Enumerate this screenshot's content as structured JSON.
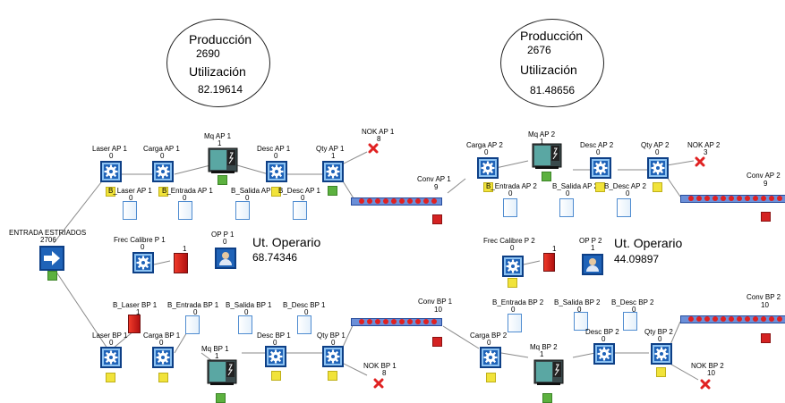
{
  "panel_1": {
    "produccion_label": "Producción",
    "produccion_value": "2690",
    "utilizacion_label": "Utilización",
    "utilizacion_value": "82.19614",
    "ut_operario_label": "Ut. Operario",
    "ut_operario_value": "68.74346"
  },
  "panel_2": {
    "produccion_label": "Producción",
    "produccion_value": "2676",
    "utilizacion_label": "Utilización",
    "utilizacion_value": "81.48656",
    "ut_operario_label": "Ut. Operario",
    "ut_operario_value": "44.09897"
  },
  "entrada": {
    "label": "ENTRADA ESTRIADOS",
    "count": "2706"
  },
  "line_ap1": {
    "laser": {
      "label": "Laser AP 1",
      "count": "0"
    },
    "carga": {
      "label": "Carga AP 1",
      "count": "0"
    },
    "mq": {
      "label": "Mq AP 1",
      "count": "1"
    },
    "desc": {
      "label": "Desc AP 1",
      "count": "0"
    },
    "qty": {
      "label": "Qty AP 1",
      "count": "1"
    },
    "nok": {
      "label": "NOK AP 1",
      "count": "8"
    },
    "b_laser": {
      "label": "B_Laser AP 1",
      "count": "0"
    },
    "b_entrada": {
      "label": "B_Entrada AP 1",
      "count": "0"
    },
    "b_salida": {
      "label": "B_Salida AP 1",
      "count": "0"
    },
    "b_desc": {
      "label": "B_Desc AP 1",
      "count": "0"
    },
    "conv": {
      "label": "Conv AP 1",
      "count": "9"
    }
  },
  "line_ap2": {
    "carga": {
      "label": "Carga AP 2",
      "count": "0"
    },
    "mq": {
      "label": "Mq AP 2",
      "count": "1"
    },
    "desc": {
      "label": "Desc AP 2",
      "count": "0"
    },
    "qty": {
      "label": "Qty AP 2",
      "count": "0"
    },
    "nok": {
      "label": "NOK AP 2",
      "count": "3"
    },
    "b_entrada": {
      "label": "B_Entrada AP 2",
      "count": "0"
    },
    "b_salida": {
      "label": "B_Salida AP 2",
      "count": "0"
    },
    "b_desc": {
      "label": "B_Desc AP 2",
      "count": "0"
    },
    "conv": {
      "label": "Conv AP 2",
      "count": "9"
    }
  },
  "mid_1": {
    "frec": {
      "label": "Frec Calibre P 1",
      "count": "0",
      "bar_count": "1"
    },
    "op": {
      "label": "OP P 1",
      "count": "0"
    }
  },
  "mid_2": {
    "frec": {
      "label": "Frec Calibre P 2",
      "count": "0",
      "bar_count": "1"
    },
    "op": {
      "label": "OP P 2",
      "count": "1"
    }
  },
  "line_bp1": {
    "b_laser": {
      "label": "B_Laser BP 1",
      "count": "1"
    },
    "b_entrada": {
      "label": "B_Entrada BP 1",
      "count": "0"
    },
    "b_salida": {
      "label": "B_Salida BP 1",
      "count": "0"
    },
    "b_desc": {
      "label": "B_Desc BP 1",
      "count": "0"
    },
    "conv": {
      "label": "Conv BP 1",
      "count": "10"
    },
    "laser": {
      "label": "Laser BP 1",
      "count": "0"
    },
    "carga": {
      "label": "Carga BP 1",
      "count": "0"
    },
    "mq": {
      "label": "Mq BP 1",
      "count": "1"
    },
    "desc": {
      "label": "Desc BP 1",
      "count": "0"
    },
    "qty": {
      "label": "Qty BP 1",
      "count": "0"
    },
    "nok": {
      "label": "NOK BP 1",
      "count": "8"
    }
  },
  "line_bp2": {
    "b_entrada": {
      "label": "B_Entrada BP 2",
      "count": "0"
    },
    "b_salida": {
      "label": "B_Salida BP 2",
      "count": "0"
    },
    "b_desc": {
      "label": "B_Desc BP 2",
      "count": "0"
    },
    "conv": {
      "label": "Conv BP 2",
      "count": "10"
    },
    "carga": {
      "label": "Carga BP 2",
      "count": "0"
    },
    "mq": {
      "label": "Mq BP 2",
      "count": "1"
    },
    "desc": {
      "label": "Desc BP 2",
      "count": "0"
    },
    "qty": {
      "label": "Qty BP 2",
      "count": "0"
    },
    "nok": {
      "label": "NOK BP 2",
      "count": "10"
    }
  },
  "colors": {
    "station_blue": "#1f63b8",
    "buffer_border": "#4f8cd0",
    "status_yellow": "#f1e33a",
    "status_green": "#5cb13f",
    "status_red": "#d42222",
    "conveyor_blue": "#6b8fd8"
  },
  "icons": [
    "gear-icon",
    "arrow-right-icon",
    "machine-icon",
    "operator-icon",
    "red-x-icon",
    "buffer-icon",
    "conveyor-icon"
  ]
}
